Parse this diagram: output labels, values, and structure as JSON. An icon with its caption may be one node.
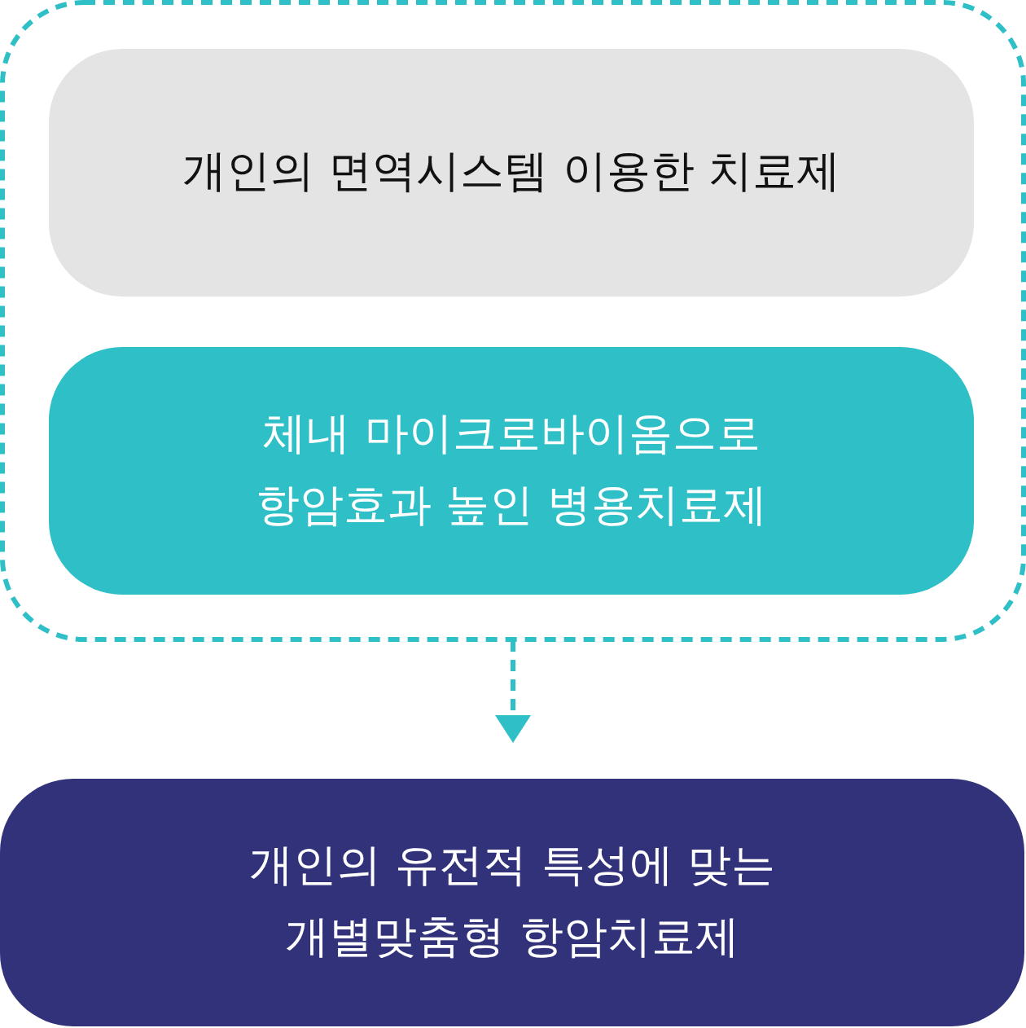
{
  "diagram": {
    "nodes": [
      {
        "text": [],
        "shape": "box"
      },
      {
        "text": [
          "개인의 면역시스템 이용한 치료제"
        ],
        "in": 0
      },
      {
        "text": [
          "체내 마이크로바이옴으로 항암효과 높인 병용치료제"
        ],
        "in": 0
      },
      {
        "text": [
          "개인의 유전적 특성에 맞는 개별맞춤형 항암치료제"
        ]
      }
    ],
    "edges": [
      {
        "from": 0,
        "to": 3,
        "arrow": "to",
        "style": "dashed"
      }
    ]
  }
}
